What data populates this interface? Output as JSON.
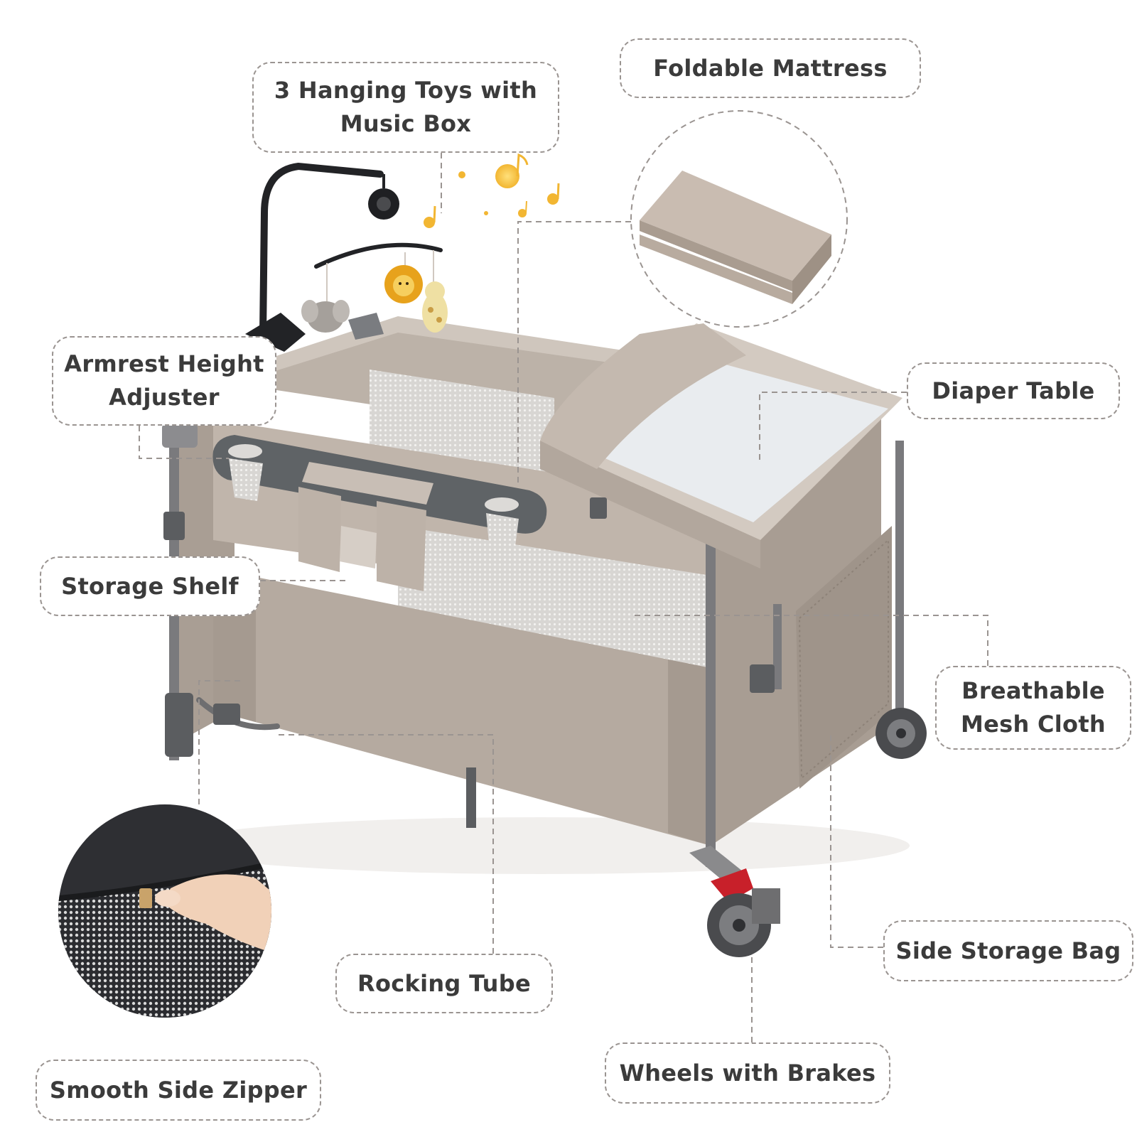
{
  "callouts": {
    "hanging_toys": {
      "line1": "3 Hanging Toys with",
      "line2": "Music Box"
    },
    "foldable_mattress": "Foldable Mattress",
    "armrest_adjuster": {
      "line1": "Armrest Height",
      "line2": "Adjuster"
    },
    "diaper_table": "Diaper Table",
    "storage_shelf": "Storage Shelf",
    "mesh_cloth": {
      "line1": "Breathable",
      "line2": "Mesh Cloth"
    },
    "rocking_tube": "Rocking Tube",
    "side_storage_bag": "Side Storage Bag",
    "wheels_brakes": "Wheels with Brakes",
    "side_zipper": "Smooth Side Zipper"
  },
  "colors": {
    "fabric": "#b5aaa0",
    "fabric_dark": "#9f948a",
    "frame": "#6e6e70",
    "tray": "#5f6366",
    "mattress_pad": "#e9ecef",
    "toy_yellow": "#f2b632",
    "brake_red": "#c8202a",
    "callout_border": "#9a9491",
    "callout_text": "#3b3b3b"
  }
}
